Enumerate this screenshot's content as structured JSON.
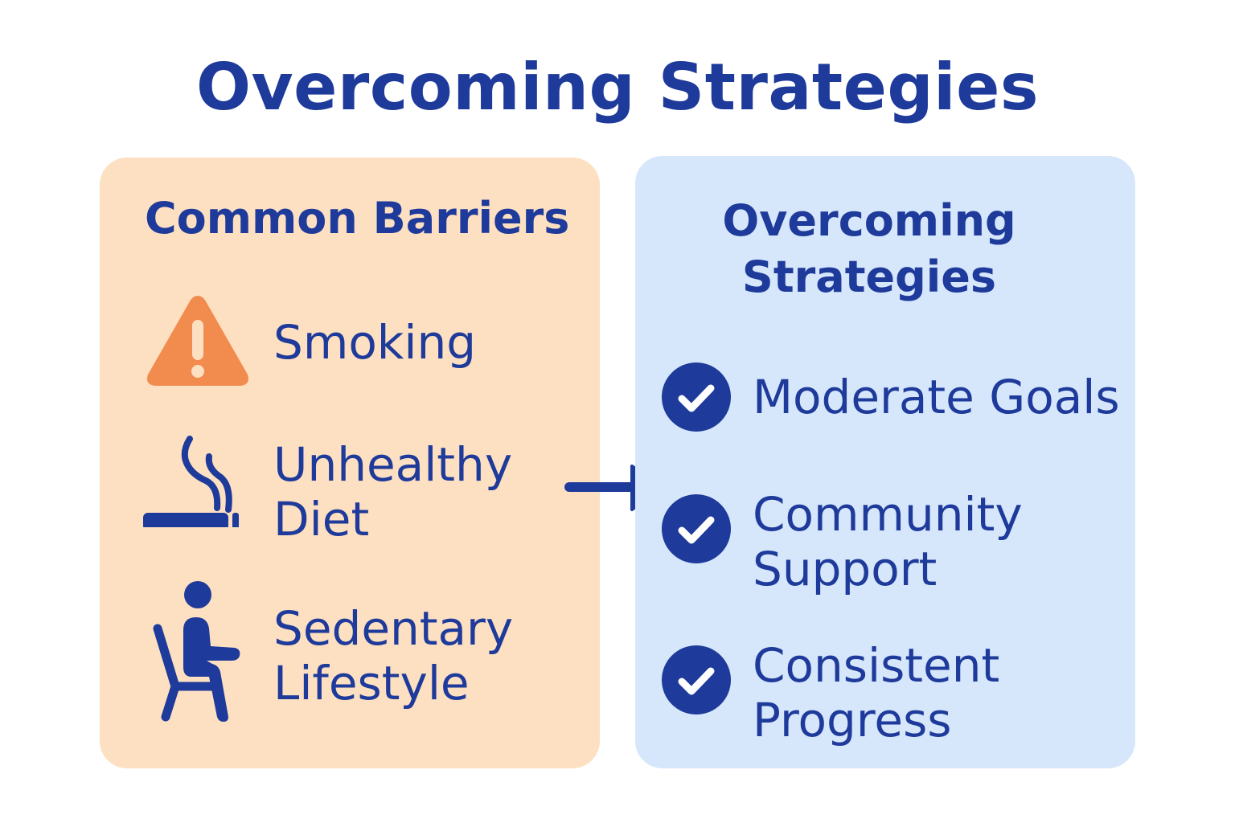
{
  "title": "Overcoming Strategies",
  "barriers": {
    "heading": "Common Barriers",
    "items": [
      {
        "label_lines": [
          "Smoking"
        ],
        "icon": "warning-triangle-icon"
      },
      {
        "label_lines": [
          "Unhealthy",
          "Diet"
        ],
        "icon": "cigarette-icon"
      },
      {
        "label_lines": [
          "Sedentary",
          "Lifestyle"
        ],
        "icon": "sitting-person-icon"
      }
    ]
  },
  "strategies": {
    "heading_lines": [
      "Overcoming",
      "Strategies"
    ],
    "items": [
      {
        "label_lines": [
          "Moderate Goals"
        ],
        "icon": "check-circle-icon"
      },
      {
        "label_lines": [
          "Community",
          "Support"
        ],
        "icon": "check-circle-icon"
      },
      {
        "label_lines": [
          "Consistent",
          "Progress"
        ],
        "icon": "check-circle-icon"
      }
    ]
  },
  "connector": {
    "icon": "arrow-right-icon"
  },
  "colors": {
    "text": "#1e3a9a",
    "barriers_bg": "#fde0c2",
    "strategies_bg": "#d6e6fb",
    "warning": "#f28c4e"
  }
}
